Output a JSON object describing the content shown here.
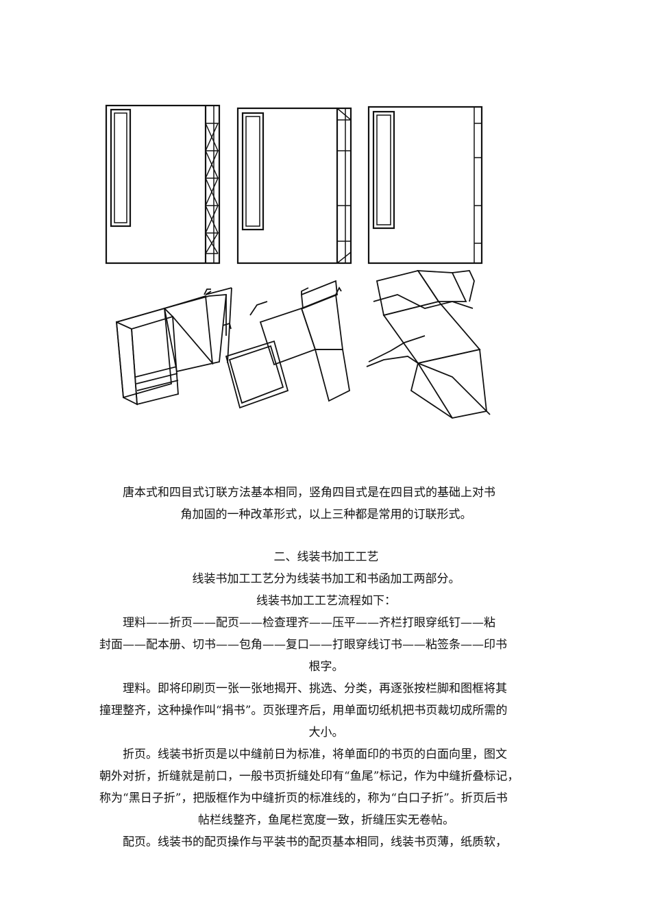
{
  "document": {
    "figure_caption_paragraph": [
      "唐本式和四目式订联方法基本相同，竖角四目式是在四目式的基础上对书",
      "角加固的一种改革形式，以上三种都是常用的订联形式。"
    ],
    "section_title": "二、线装书加工工艺",
    "intro": "线装书加工工艺分为线装书加工和书函加工两部分。",
    "flow_title": "线装书加工工艺流程如下：",
    "flow_lines": [
      "理料——折页——配页——检查理齐——压平——齐栏打眼穿纸钉——粘",
      "封面——配本册、切书——包角——复口——打眼穿线订书——粘签条——印书",
      "根字。"
    ],
    "para_liliao": [
      "理料。即将印刷页一张一张地揭开、挑选、分类，再逐张按栏脚和图框将其",
      "撞理整齐，这种操作叫“捐书”。页张理齐后，用单面切纸机把书页裁切成所需的",
      "大小。"
    ],
    "para_zheye": [
      "折页。线装书折页是以中缝前日为标准，将单面印的书页的白面向里，图文",
      "朝外对折，折缝就是前口，一般书页折缝处印有“鱼尾”标记，作为中缝折叠标记，",
      "称为“黑日子折”，把版框作为中缝折页的标准线的，称为“白口子折”。折页后书",
      "帖栏线整齐，鱼尾栏宽度一致，折缝压实无卷帖。"
    ],
    "para_peiye": [
      "配页。线装书的配页操作与平装书的配页基本相同，线装书页薄，纸质软，"
    ]
  }
}
